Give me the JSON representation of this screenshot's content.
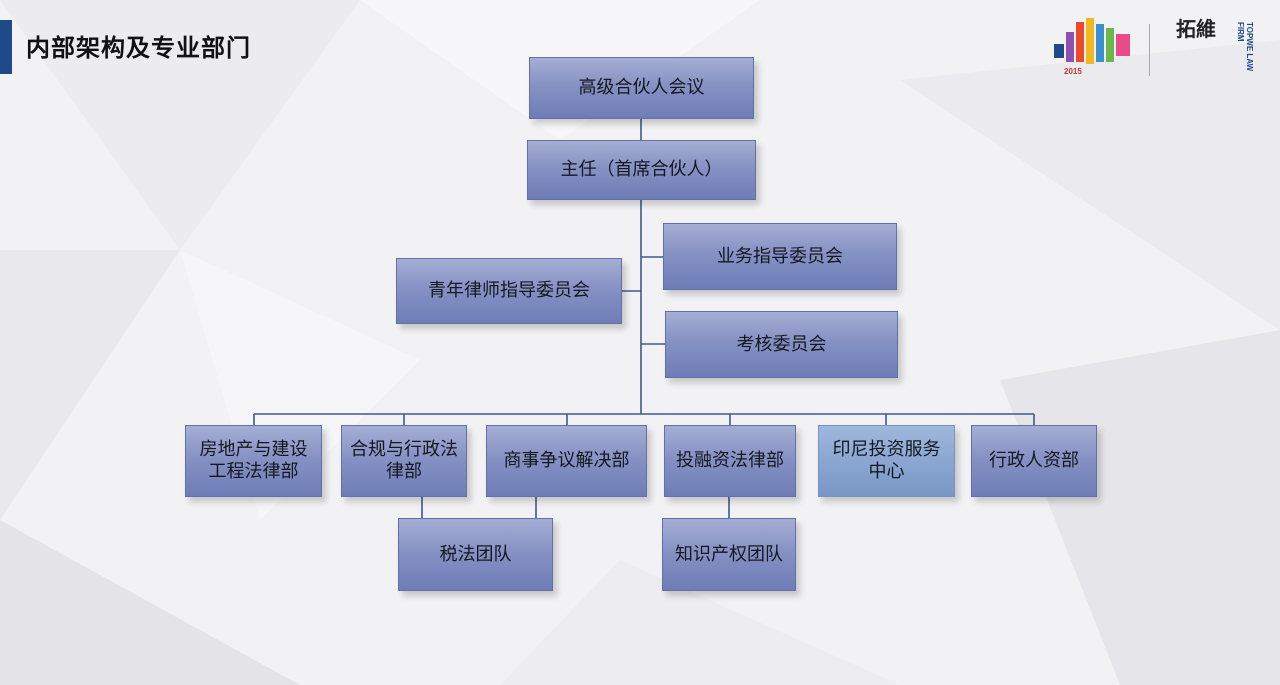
{
  "slide": {
    "title": "内部架构及专业部门"
  },
  "logo": {
    "name": "拓維",
    "english": "TOPWE LAW FIRM",
    "mark_text": "2015"
  },
  "org": {
    "top": "高级合伙人会议",
    "director": "主任（首席合伙人）",
    "youth_committee": "青年律师指导委员会",
    "business_committee": "业务指导委员会",
    "review_committee": "考核委员会",
    "departments": {
      "real_estate": "房地产与建设工程法律部",
      "compliance": "合规与行政法律部",
      "commercial_dispute": "商事争议解决部",
      "investment_finance": "投融资法律部",
      "indonesia_center": "印尼投资服务中心",
      "admin_hr": "行政人资部"
    },
    "teams": {
      "tax": "税法团队",
      "ip": "知识产权团队"
    }
  }
}
